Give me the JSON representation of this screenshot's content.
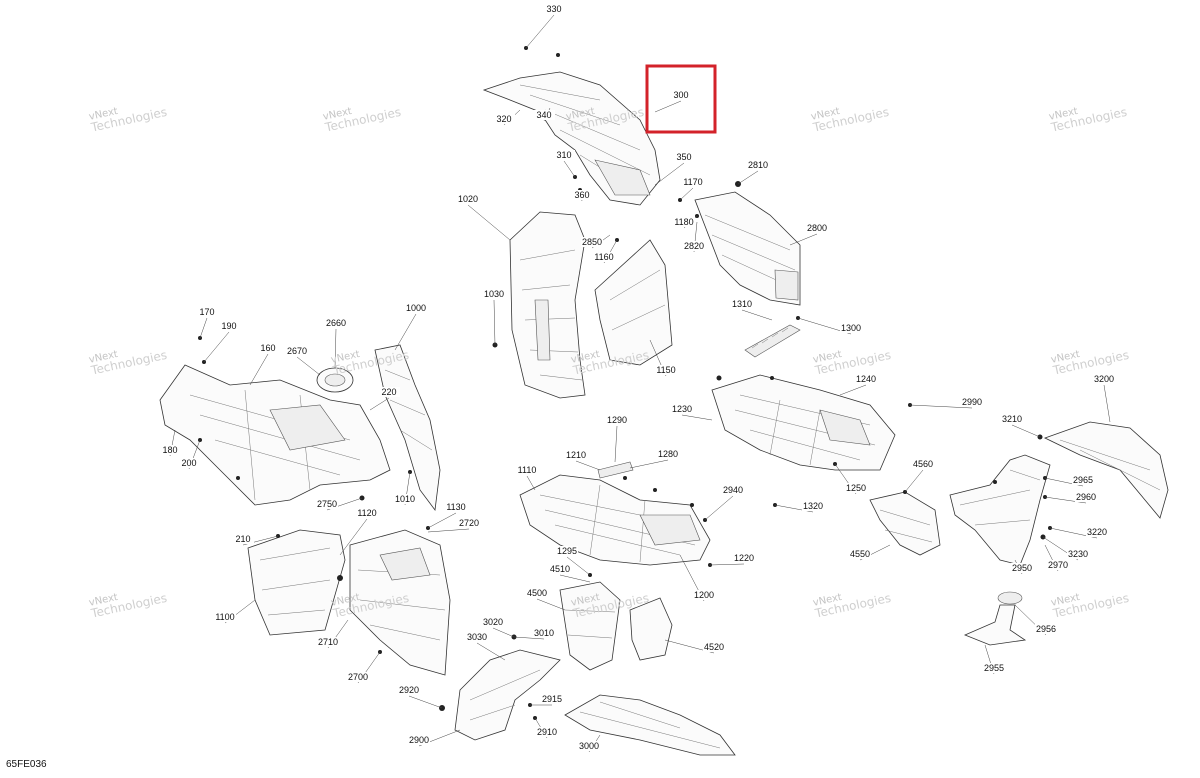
{
  "diagram": {
    "document_code": "65FE036",
    "watermark": {
      "line1": "vNext",
      "line2": "Technologies",
      "full": "vNext Technologies"
    },
    "highlight": {
      "color": "#d3222a",
      "label": "300"
    },
    "parts": [
      {
        "id": "330"
      },
      {
        "id": "300"
      },
      {
        "id": "320"
      },
      {
        "id": "340"
      },
      {
        "id": "310"
      },
      {
        "id": "350"
      },
      {
        "id": "360"
      },
      {
        "id": "2810"
      },
      {
        "id": "1170"
      },
      {
        "id": "1180"
      },
      {
        "id": "2820"
      },
      {
        "id": "2850"
      },
      {
        "id": "1160"
      },
      {
        "id": "1020"
      },
      {
        "id": "2800"
      },
      {
        "id": "1030"
      },
      {
        "id": "1310"
      },
      {
        "id": "1300"
      },
      {
        "id": "1150"
      },
      {
        "id": "170"
      },
      {
        "id": "190"
      },
      {
        "id": "2660"
      },
      {
        "id": "1000"
      },
      {
        "id": "160"
      },
      {
        "id": "2670"
      },
      {
        "id": "1240"
      },
      {
        "id": "2990"
      },
      {
        "id": "3200"
      },
      {
        "id": "220"
      },
      {
        "id": "1230"
      },
      {
        "id": "180"
      },
      {
        "id": "200"
      },
      {
        "id": "1290"
      },
      {
        "id": "3210"
      },
      {
        "id": "1110"
      },
      {
        "id": "1010"
      },
      {
        "id": "1210"
      },
      {
        "id": "1280"
      },
      {
        "id": "4560"
      },
      {
        "id": "2965"
      },
      {
        "id": "1250"
      },
      {
        "id": "2960"
      },
      {
        "id": "2750"
      },
      {
        "id": "1130"
      },
      {
        "id": "2940"
      },
      {
        "id": "1320"
      },
      {
        "id": "1120"
      },
      {
        "id": "2720"
      },
      {
        "id": "210"
      },
      {
        "id": "4550"
      },
      {
        "id": "3220"
      },
      {
        "id": "1295"
      },
      {
        "id": "1220"
      },
      {
        "id": "3230"
      },
      {
        "id": "2950"
      },
      {
        "id": "2970"
      },
      {
        "id": "4510"
      },
      {
        "id": "1100"
      },
      {
        "id": "1200"
      },
      {
        "id": "4500"
      },
      {
        "id": "2956"
      },
      {
        "id": "3020"
      },
      {
        "id": "4520"
      },
      {
        "id": "3010"
      },
      {
        "id": "2710"
      },
      {
        "id": "3030"
      },
      {
        "id": "2955"
      },
      {
        "id": "2700"
      },
      {
        "id": "2920"
      },
      {
        "id": "2915"
      },
      {
        "id": "2900"
      },
      {
        "id": "2910"
      },
      {
        "id": "3000"
      }
    ]
  }
}
